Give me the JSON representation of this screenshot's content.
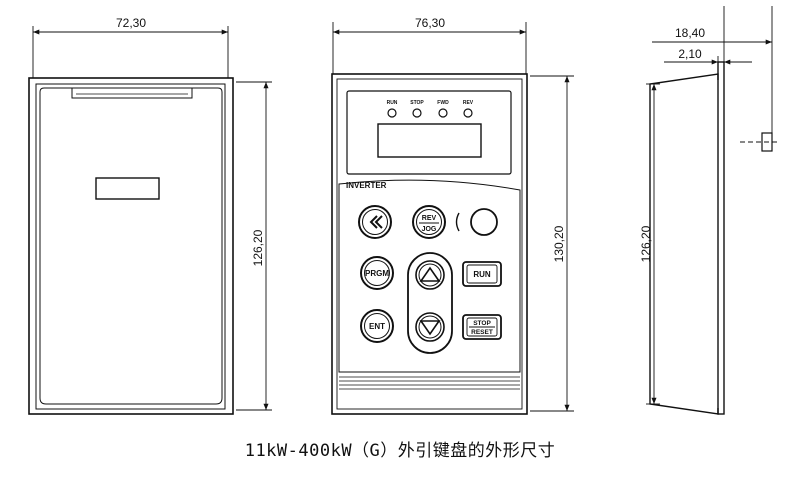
{
  "dimensions": {
    "back_width": "72,30",
    "back_height": "126,20",
    "front_width": "76,30",
    "front_height": "130,20",
    "side_depth": "18,40",
    "side_flange": "2,10",
    "side_height": "126,20"
  },
  "indicators": [
    "RUN",
    "STOP",
    "FWD",
    "REV"
  ],
  "brand": "INVERTER",
  "keys": {
    "rev_top": "REV",
    "rev_bottom": "JOG",
    "prgm": "PRGM",
    "ent": "ENT",
    "run": "RUN",
    "stop_top": "STOP",
    "stop_bottom": "RESET"
  },
  "caption": "11kW-400kW（G）外引键盘的外形尺寸"
}
